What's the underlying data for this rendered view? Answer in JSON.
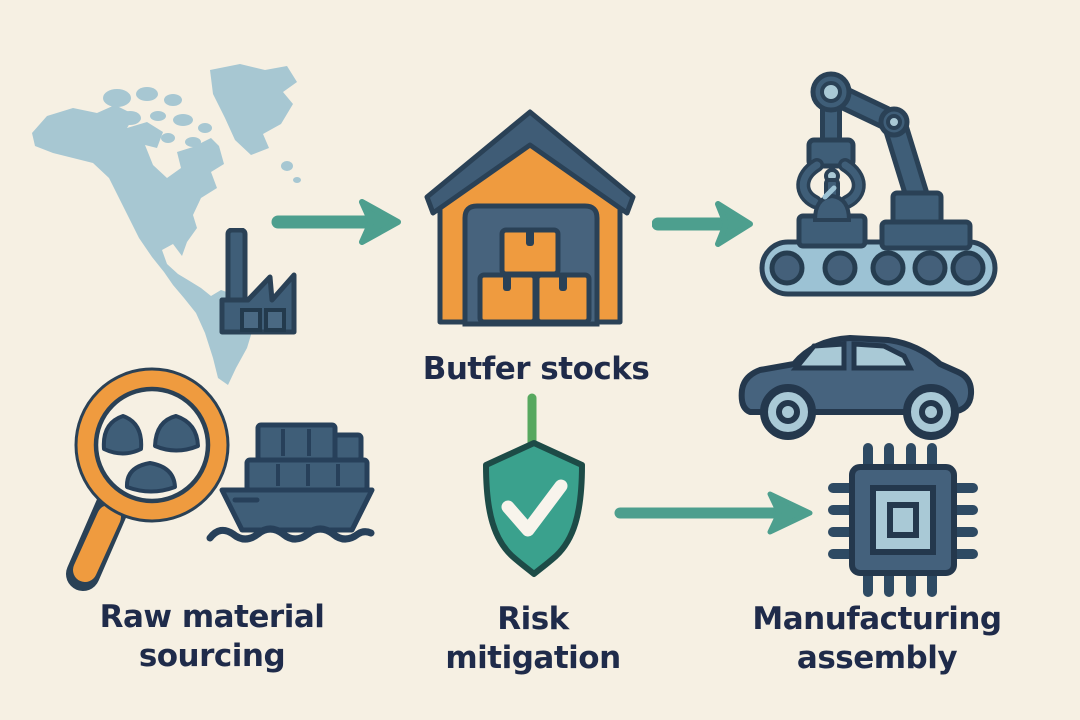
{
  "diagram_title": "Supply chain flow diagram",
  "background_color": "#f6f0e3",
  "palette": {
    "map_blue": "#a7c7d2",
    "slate_fill": "#3f5e78",
    "slate_light": "#4a6983",
    "outline_dark": "#2a4156",
    "light_blue": "#a9c9d6",
    "conveyor_blue": "#9cc2d4",
    "orange": "#ef9b3f",
    "arrow_teal": "#4d9f8e",
    "shield_green": "#3aa18d",
    "shield_outline": "#1d4b47",
    "connector_green": "#57a85f",
    "check_white": "#f8f4ec",
    "text_navy": "#1f2b4a"
  },
  "labels": {
    "buffer_stocks": "Butfer stocks",
    "raw_material_line1": "Raw material",
    "raw_material_line2": "sourcing",
    "risk_line1": "Risk",
    "risk_line2": "mitigation",
    "manufacturing_line1": "Manufacturing",
    "manufacturing_line2": "assembly"
  },
  "icons": [
    "world-map",
    "factory-icon",
    "warehouse-icon",
    "robot-arm-conveyor-icon",
    "magnifier-ore-icon",
    "cargo-ship-icon",
    "shield-check-icon",
    "car-icon",
    "microchip-icon"
  ],
  "connectors": [
    {
      "from": "sourcing",
      "to": "buffer-stocks",
      "style": "teal-arrow-right"
    },
    {
      "from": "buffer-stocks",
      "to": "manufacturing",
      "style": "teal-arrow-right"
    },
    {
      "from": "buffer-stocks",
      "to": "risk-mitigation",
      "style": "green-line-down"
    },
    {
      "from": "risk-mitigation",
      "to": "assembly",
      "style": "teal-arrow-right"
    }
  ]
}
